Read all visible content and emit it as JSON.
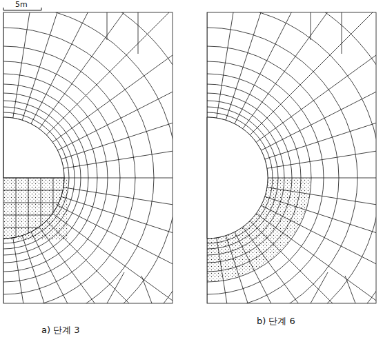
{
  "diagram": {
    "labels": [
      "5m",
      "a) 단계 3",
      "b) 단계 6"
    ]
  }
}
